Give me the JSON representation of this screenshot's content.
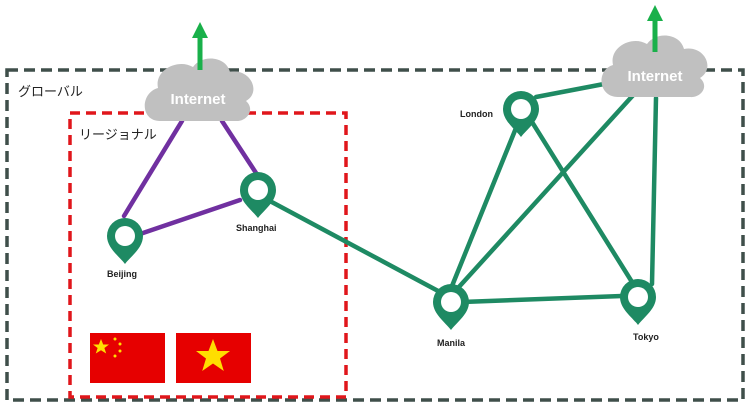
{
  "labels": {
    "global": "グローバル",
    "regional": "リージョナル"
  },
  "internet_label": "Internet",
  "cities": {
    "beijing": "Beijing",
    "shanghai": "Shanghai",
    "london": "London",
    "manila": "Manila",
    "tokyo": "Tokyo"
  },
  "colors": {
    "global_border": "#3f4f4a",
    "regional_border": "#e0161b",
    "regional_link": "#7030a0",
    "global_link": "#1e8a63",
    "pin": "#1e8a63",
    "cloud": "#c0c0c0",
    "arrow": "#19b04a",
    "flag_red": "#e60000",
    "flag_star": "#ffde00"
  },
  "flags": [
    "china-flag",
    "vietnam-flag"
  ]
}
